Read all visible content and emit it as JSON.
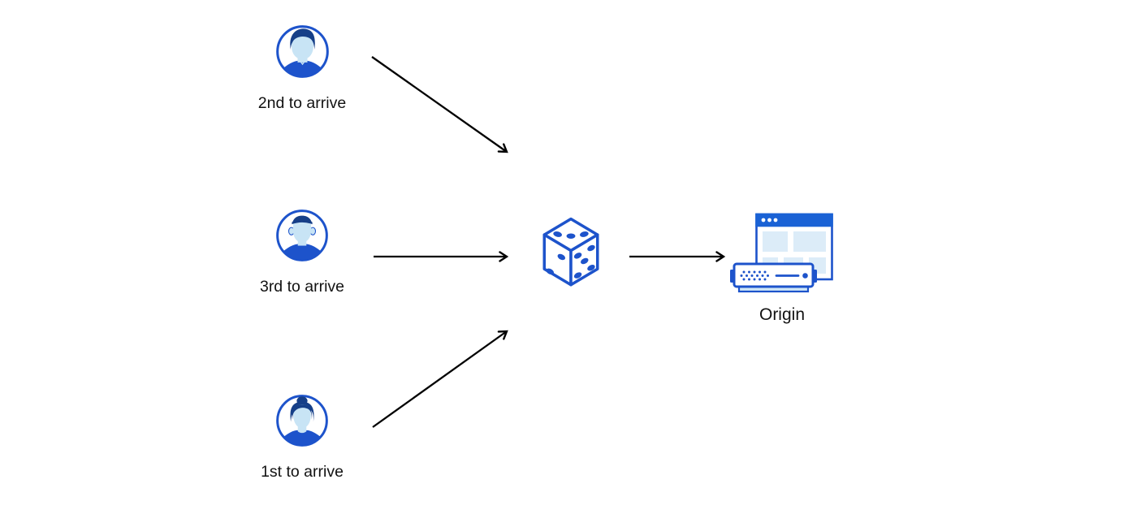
{
  "diagram": {
    "description": "Flow diagram: three visitors arriving in different order are randomized (dice) before reaching the Origin server",
    "nodes": {
      "visitor_second": {
        "label": "2nd to arrive",
        "icon": "avatar-man-swept-hair-icon"
      },
      "visitor_third": {
        "label": "3rd to arrive",
        "icon": "avatar-man-flat-hair-icon"
      },
      "visitor_first": {
        "label": "1st to arrive",
        "icon": "avatar-woman-bun-icon"
      },
      "dice": {
        "label": "",
        "icon": "dice-icon"
      },
      "origin": {
        "label": "Origin",
        "icon": "origin-server-browser-icon"
      }
    },
    "edges": [
      {
        "from": "visitor_second",
        "to": "dice"
      },
      {
        "from": "visitor_third",
        "to": "dice"
      },
      {
        "from": "visitor_first",
        "to": "dice"
      },
      {
        "from": "dice",
        "to": "origin"
      }
    ],
    "colors": {
      "accent_blue": "#1d53cb",
      "titlebar_blue": "#1a62d5",
      "hair_navy": "#163f88",
      "skin_light_blue": "#c8e4f5",
      "panel_light_blue": "#dcecf8",
      "server_base_blue": "#cfe7f7",
      "arrow_black": "#000000",
      "background": "#ffffff",
      "label_text": "#121212"
    }
  }
}
